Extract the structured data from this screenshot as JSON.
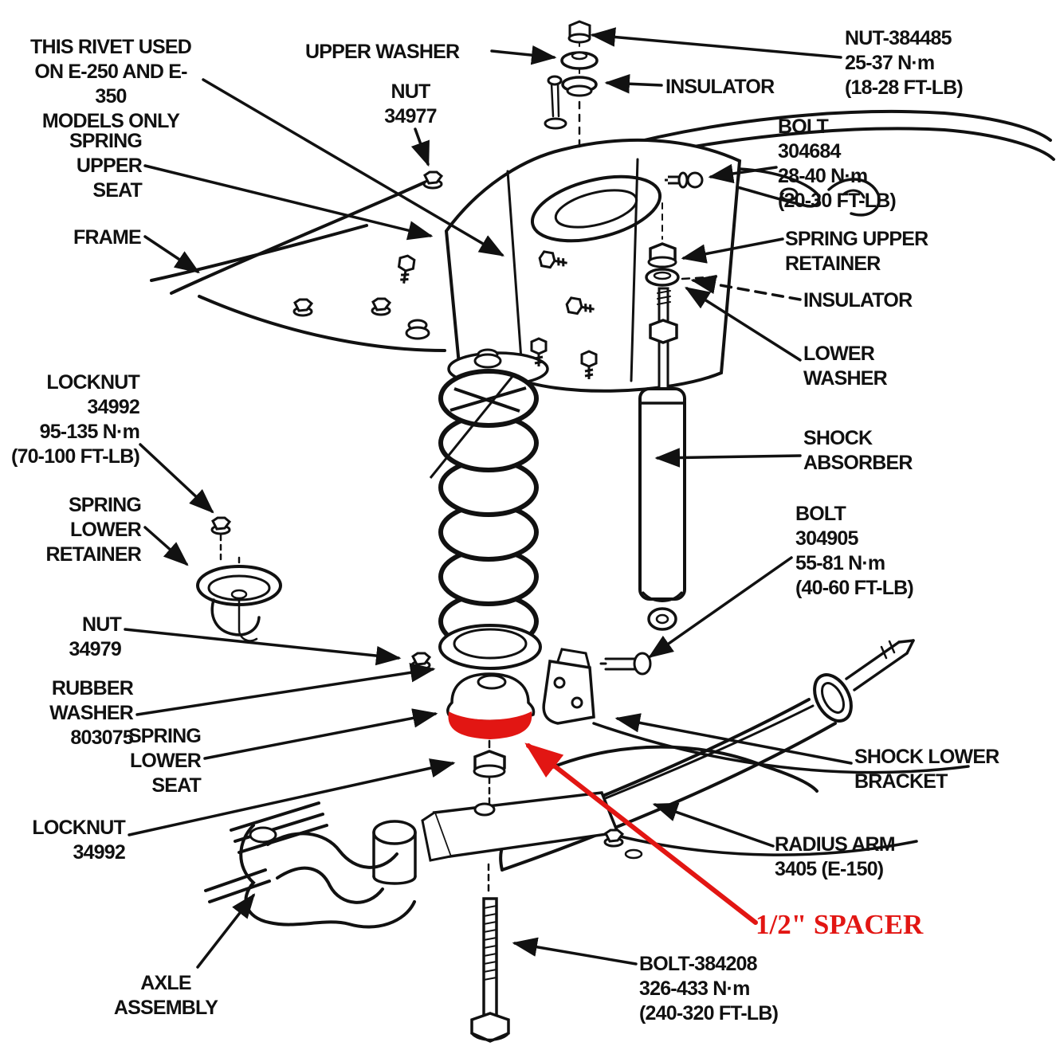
{
  "colors": {
    "ink": "#111111",
    "red": "#e21613",
    "paper": "#ffffff"
  },
  "diagram_type": "exploded parts diagram - front coil spring suspension",
  "labels": {
    "rivet_note": "THIS RIVET USED\nON E-250 AND E-350\nMODELS ONLY",
    "upper_washer": "UPPER WASHER",
    "nut_34977": "NUT\n34977",
    "spring_upper_seat": "SPRING\nUPPER\nSEAT",
    "frame": "FRAME",
    "nut_384485": "NUT-384485\n25-37 N·m\n(18-28 FT-LB)",
    "insulator_top": "INSULATOR",
    "bolt_304684": "BOLT\n304684\n28-40 N·m\n(20-30 FT-LB)",
    "spring_upper_retainer": "SPRING UPPER\nRETAINER",
    "insulator_right": "INSULATOR",
    "lower_washer": "LOWER\nWASHER",
    "shock_absorber": "SHOCK\nABSORBER",
    "locknut_upper": "LOCKNUT\n34992\n95-135 N·m\n(70-100 FT-LB)",
    "spring_lower_retainer": "SPRING\nLOWER\nRETAINER",
    "bolt_304905": "BOLT\n304905\n55-81 N·m\n(40-60 FT-LB)",
    "nut_34979": "NUT\n34979",
    "rubber_washer": "RUBBER\nWASHER\n803075",
    "spring_lower_seat": "SPRING\nLOWER\nSEAT",
    "shock_lower_bracket": "SHOCK LOWER\nBRACKET",
    "locknut_lower": "LOCKNUT\n34992",
    "radius_arm": "RADIUS ARM\n3405 (E-150)",
    "spacer": "1/2\" SPACER",
    "axle_assembly": "AXLE\nASSEMBLY",
    "bolt_384208": "BOLT-384208\n326-433 N·m\n(240-320 FT-LB)"
  }
}
